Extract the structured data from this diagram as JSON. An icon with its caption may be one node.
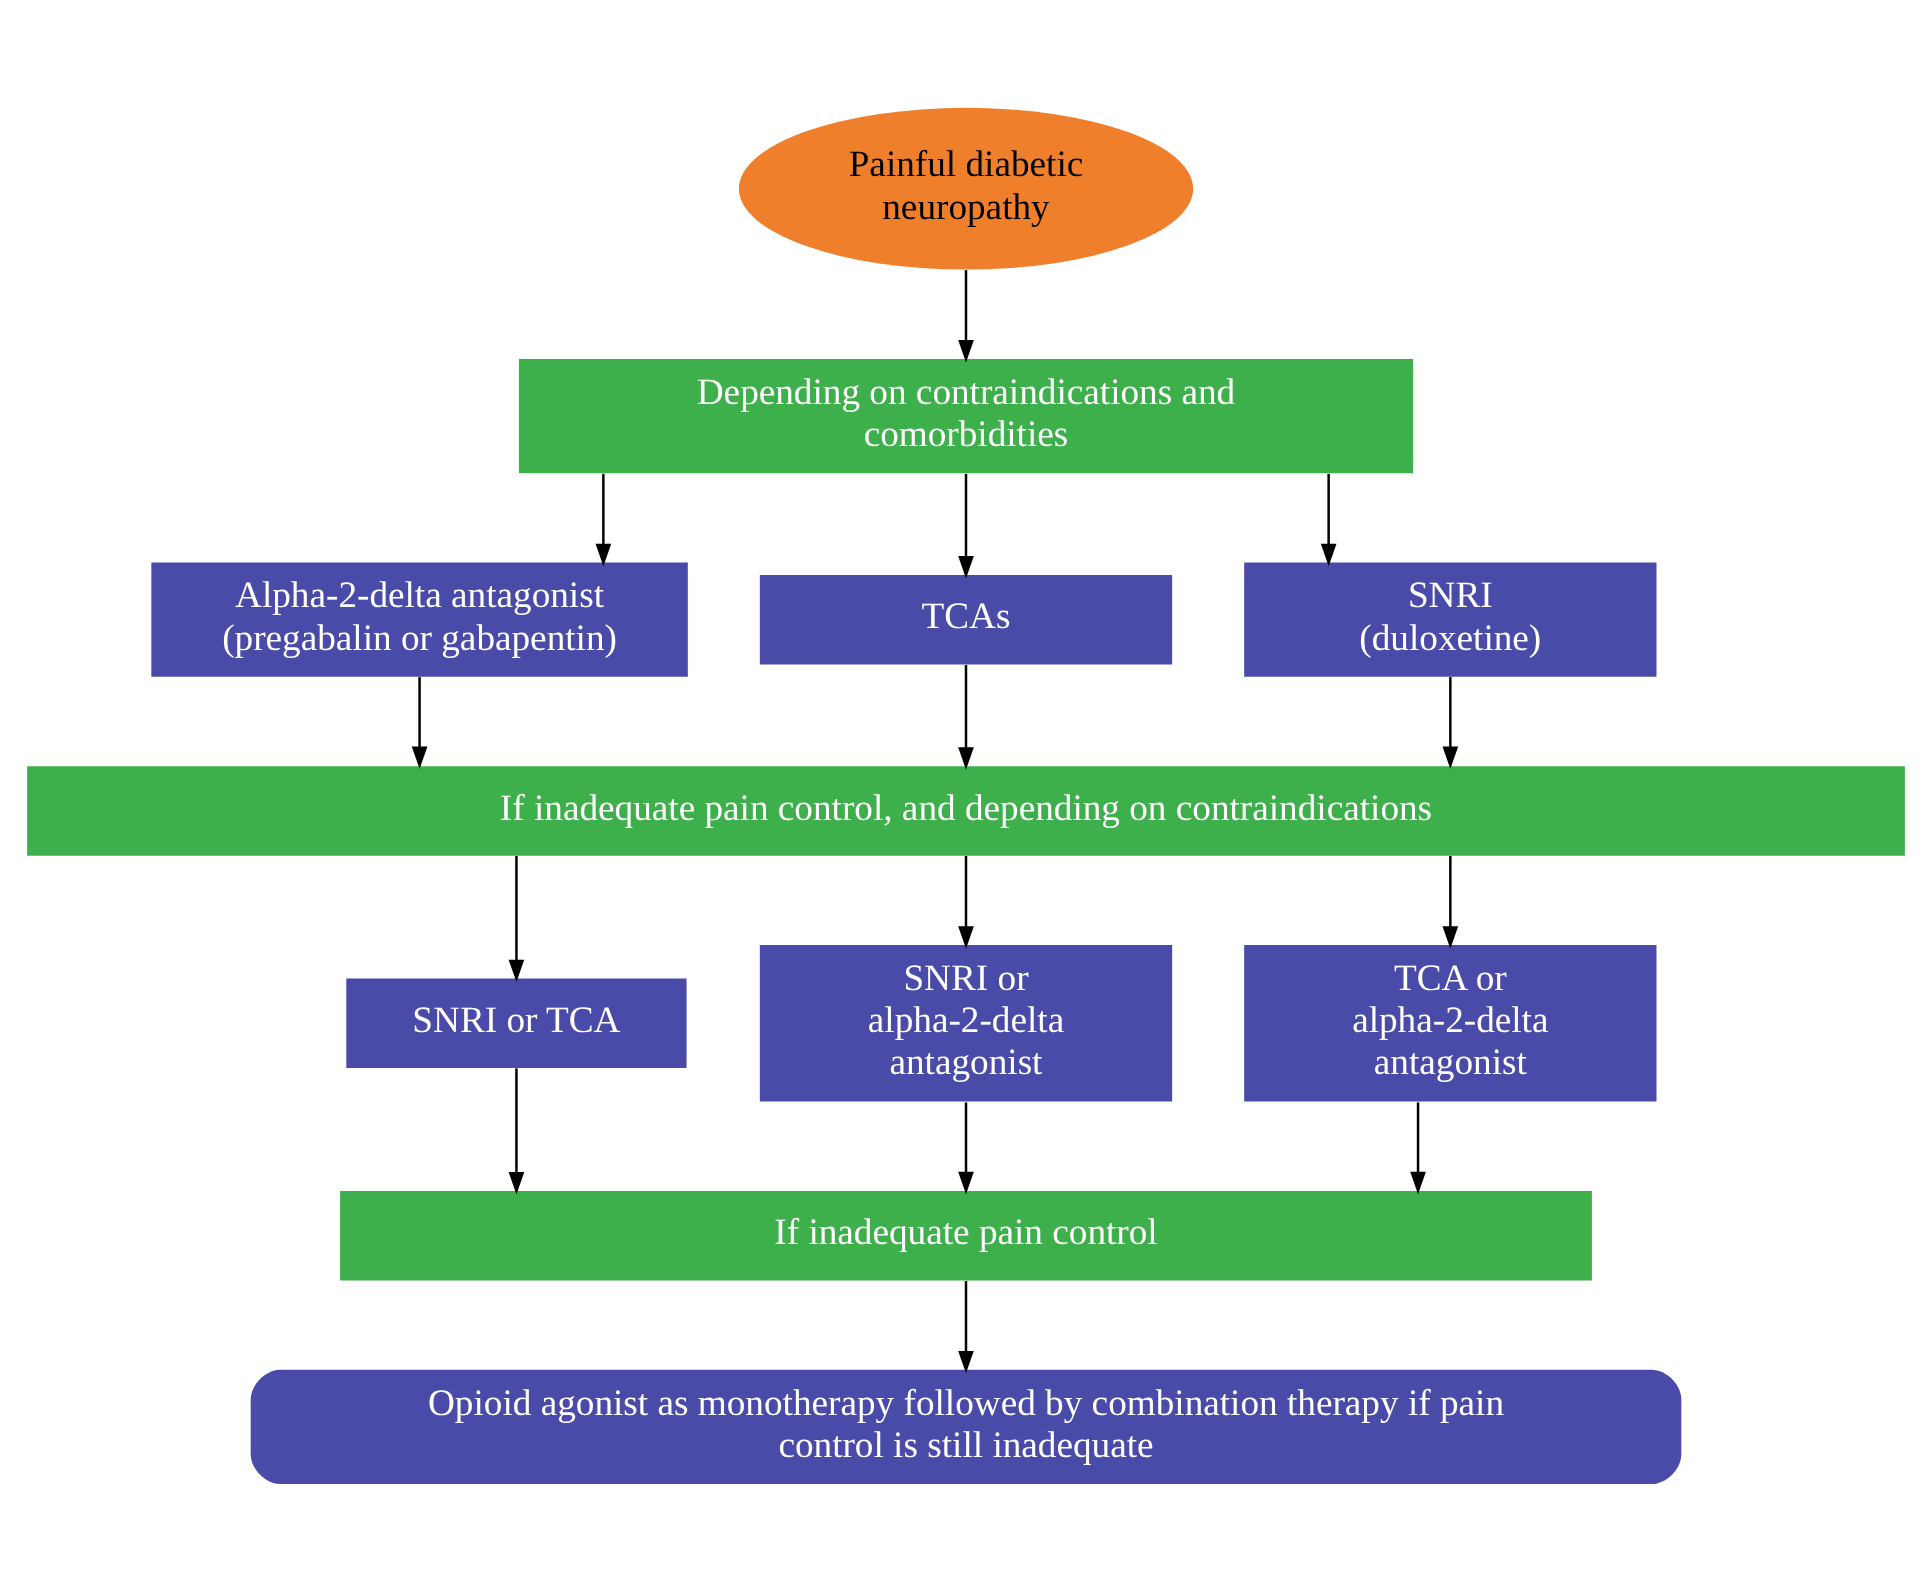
{
  "diagram": {
    "nodes": [
      {
        "text": [
          "Painful diabetic neuropathy"
        ]
      },
      {
        "text": [
          "Depending on contraindications and comorbidities"
        ]
      },
      {
        "text": [
          "Alpha-2-delta antagonist (pregabalin or gabapentin)"
        ]
      },
      {
        "text": [
          "TCAs"
        ]
      },
      {
        "text": [
          "SNRI (duloxetine)"
        ]
      },
      {
        "text": [
          "If inadequate pain control, and depending on contraindications"
        ]
      },
      {
        "text": [
          "SNRI or TCA"
        ]
      },
      {
        "text": [
          "SNRI or alpha-2-delta antagonist"
        ]
      },
      {
        "text": [
          "TCA or alpha-2-delta antagonist"
        ]
      },
      {
        "text": [
          "If inadequate pain control"
        ]
      },
      {
        "text": [
          "Opioid agonist as monotherapy followed by combination therapy if pain control is still inadequate"
        ]
      }
    ],
    "edges": [
      {
        "from": 0,
        "to": 1,
        "arrow": "to"
      },
      {
        "from": 1,
        "to": 2,
        "arrow": "to"
      },
      {
        "from": 1,
        "to": 3,
        "arrow": "to"
      },
      {
        "from": 1,
        "to": 4,
        "arrow": "to"
      },
      {
        "from": 2,
        "to": 5,
        "arrow": "to"
      },
      {
        "from": 3,
        "to": 5,
        "arrow": "to"
      },
      {
        "from": 4,
        "to": 5,
        "arrow": "to"
      },
      {
        "from": 5,
        "to": 6,
        "arrow": "to"
      },
      {
        "from": 5,
        "to": 7,
        "arrow": "to"
      },
      {
        "from": 5,
        "to": 8,
        "arrow": "to"
      },
      {
        "from": 6,
        "to": 9,
        "arrow": "to"
      },
      {
        "from": 7,
        "to": 9,
        "arrow": "to"
      },
      {
        "from": 8,
        "to": 9,
        "arrow": "to"
      },
      {
        "from": 9,
        "to": 10,
        "arrow": "to"
      }
    ]
  }
}
